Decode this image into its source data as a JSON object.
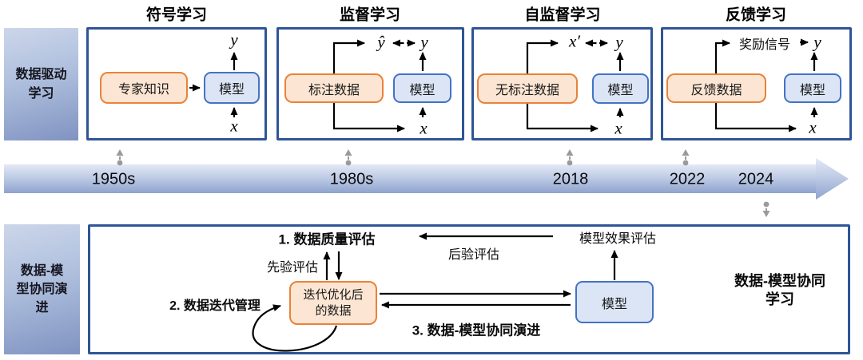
{
  "colors": {
    "panel_border": "#2e5597",
    "orange_box_fill": "#fce5d2",
    "orange_box_border": "#e8833a",
    "blue_box_fill": "#dbe5f5",
    "blue_box_border": "#4472c4",
    "timeline_gradient_top": "#e3e9f5",
    "timeline_gradient_bottom": "#8ea3cd",
    "connector_gray": "#9a9a9a"
  },
  "row_labels": {
    "top": "数据驱动学习",
    "bottom": "数据-模型协同演进"
  },
  "panels": [
    {
      "title": "符号学习",
      "data_box": "专家知识",
      "model_box": "模型",
      "input": "x",
      "output": "y"
    },
    {
      "title": "监督学习",
      "data_box": "标注数据",
      "model_box": "模型",
      "input": "x",
      "output": "y",
      "pred": "ŷ"
    },
    {
      "title": "自监督学习",
      "data_box": "无标注数据",
      "model_box": "模型",
      "input": "x",
      "output": "y",
      "pred": "x′"
    },
    {
      "title": "反馈学习",
      "data_box": "反馈数据",
      "model_box": "模型",
      "input": "x",
      "output": "y",
      "signal": "奖励信号"
    }
  ],
  "timeline": {
    "years": [
      "1950s",
      "1980s",
      "2018",
      "2022",
      "2024"
    ]
  },
  "coevolution": {
    "step1": "1. 数据质量评估",
    "step2": "2. 数据迭代管理",
    "step3": "3. 数据-模型协同演进",
    "prior_label": "先验评估",
    "posterior_label": "后验评估",
    "model_eval_label": "模型效果评估",
    "data_box": "迭代优化后的数据",
    "model_box": "模型",
    "headline": "数据-模型协同学习"
  }
}
